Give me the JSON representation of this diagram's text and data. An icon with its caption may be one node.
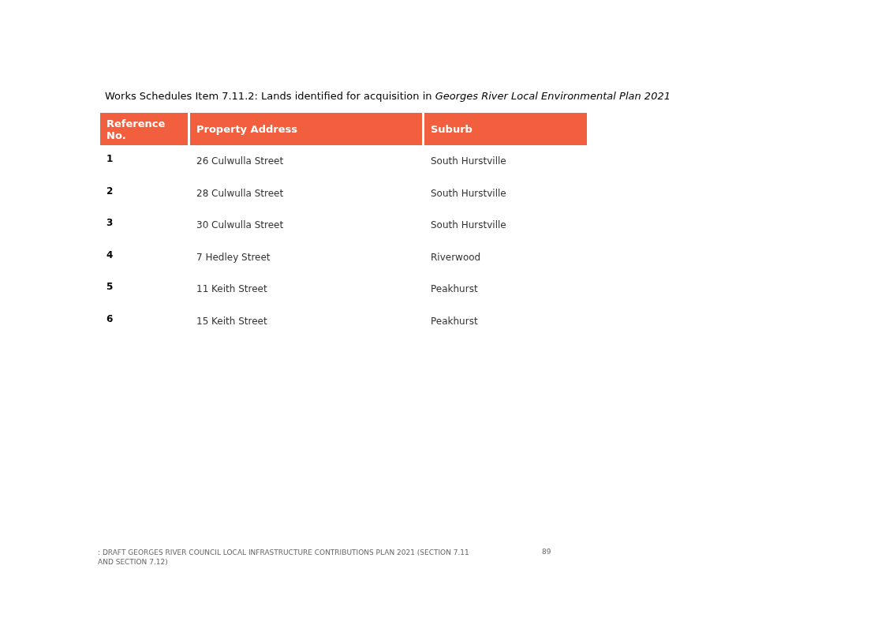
{
  "diagram": {
    "title": "Works Schedules Item 7.11.2: Lands identified for acquisition in *Georges River Local Environmental Plan 2021*",
    "labels": [
      "Reference No.",
      "Property Address",
      "Suburb",
      "1",
      "26 Culwulla Street",
      "South Hurstville",
      "2",
      "28 Culwulla Street",
      "South Hurstville",
      "3",
      "30 Culwulla Street",
      "South Hurstville",
      "4",
      "7 Hedley Street",
      "Riverwood",
      "5",
      "11 Keith Street",
      "Peakhurst",
      "6",
      "15 Keith Street",
      "Peakhurst",
      ": DRAFT GEORGES RIVER COUNCIL LOCAL INFRASTRUCTURE CONTRIBUTIONS PLAN 2021 (SECTION 7.11 AND SECTION 7.12)",
      "89"
    ]
  }
}
